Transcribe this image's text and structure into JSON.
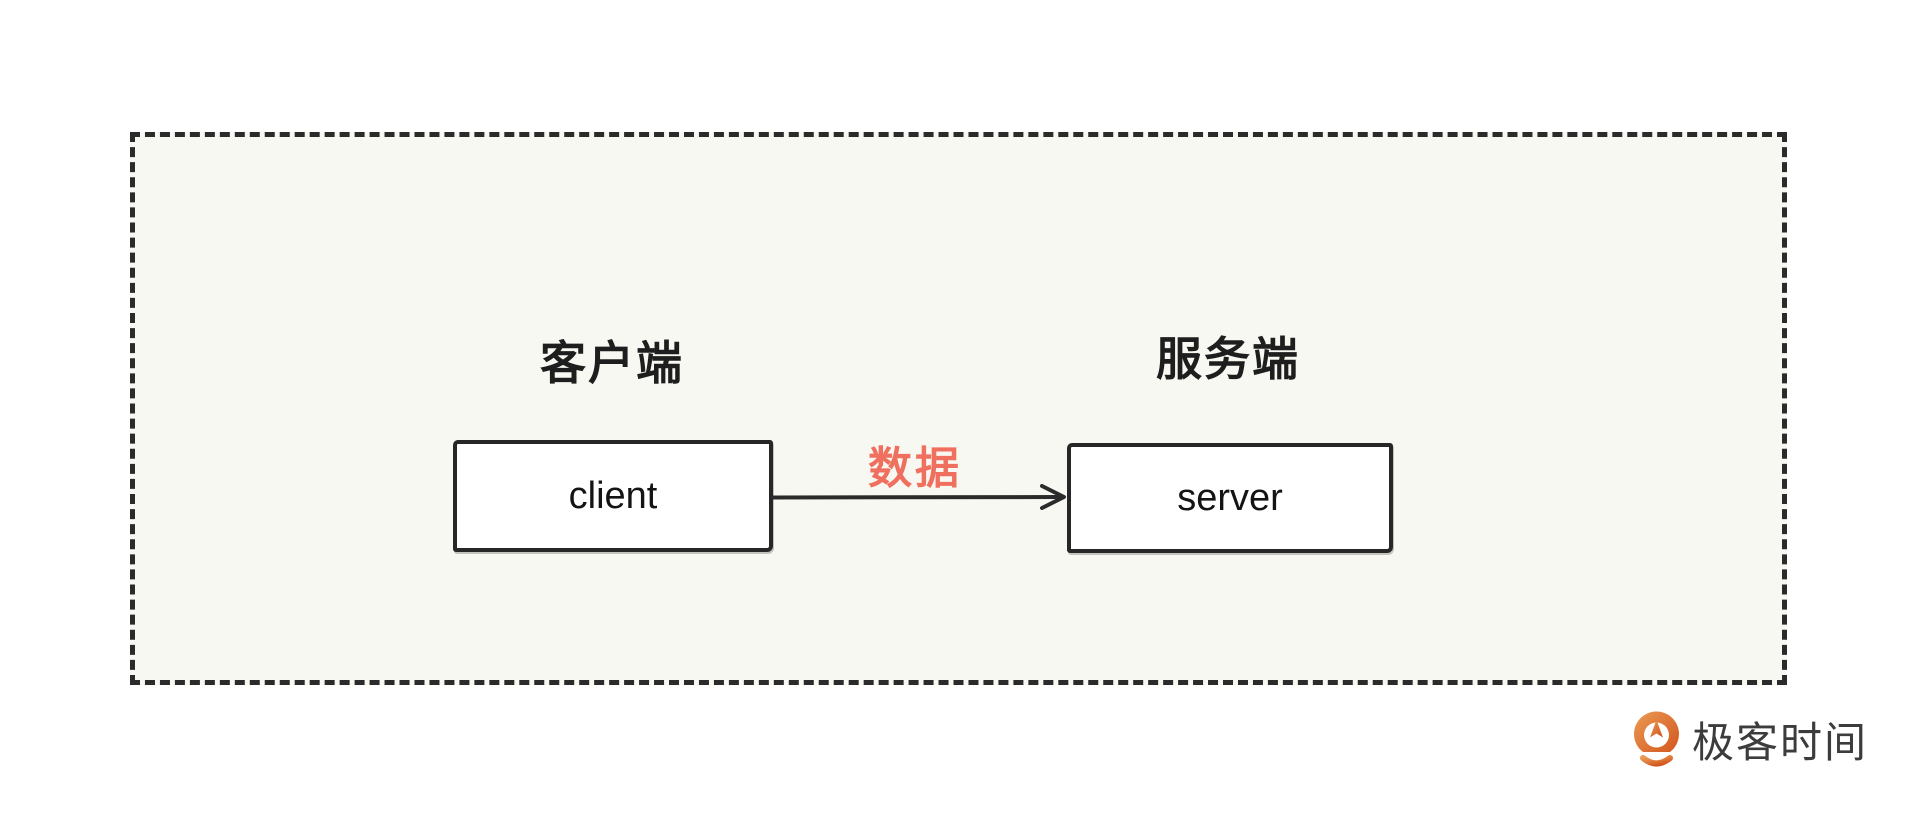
{
  "frame": {
    "background": "#f8f8f2",
    "border_color": "#2b2b2b",
    "border_style": "dashed"
  },
  "nodes": {
    "client": {
      "title": "客户端",
      "box_label": "client"
    },
    "server": {
      "title": "服务端",
      "box_label": "server"
    }
  },
  "edge": {
    "label": "数据",
    "label_color": "#f0705f",
    "direction": "client-to-server",
    "line_color": "#2b2b2b"
  },
  "branding": {
    "logo_text": "极客时间",
    "logo_color": "#d96a2b",
    "text_color": "#3c3c3c"
  }
}
